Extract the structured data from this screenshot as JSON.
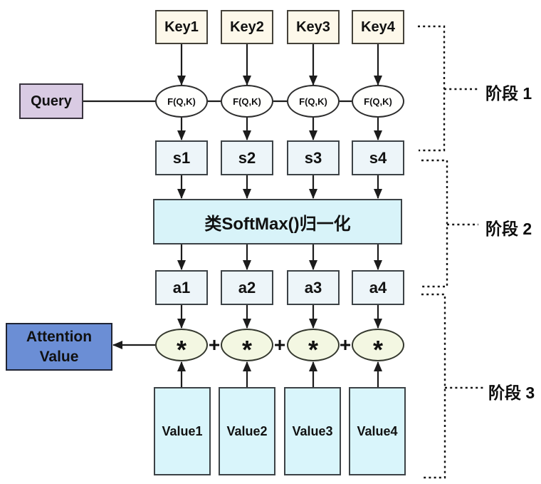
{
  "diagram_title": "attention-mechanism-three-stage-diagram",
  "nodes": {
    "query": "Query",
    "keys": [
      "Key1",
      "Key2",
      "Key3",
      "Key4"
    ],
    "f_label": "F(Q,K)",
    "scores": [
      "s1",
      "s2",
      "s3",
      "s4"
    ],
    "softmax": "类SoftMax()归一化",
    "weights": [
      "a1",
      "a2",
      "a3",
      "a4"
    ],
    "values": [
      "Value1",
      "Value2",
      "Value3",
      "Value4"
    ],
    "attention_line1": "Attention",
    "attention_line2": "Value",
    "multiply_symbol": "*",
    "plus_symbol": "+"
  },
  "stages": [
    {
      "label": "阶段 1"
    },
    {
      "label": "阶段 2"
    },
    {
      "label": "阶段 3"
    }
  ],
  "colors": {
    "key_fill": "#fdf8ea",
    "query_fill": "#d9cbe3",
    "f_node_fill": "#fffffd",
    "score_fill": "#edf5f9",
    "softmax_fill": "#d8f3f9",
    "weight_fill": "#edf5f9",
    "multiply_fill": "#f3f7e2",
    "value_fill": "#d9f5fb",
    "attention_fill": "#6b8ed5",
    "connector": "#1c1c1c"
  }
}
